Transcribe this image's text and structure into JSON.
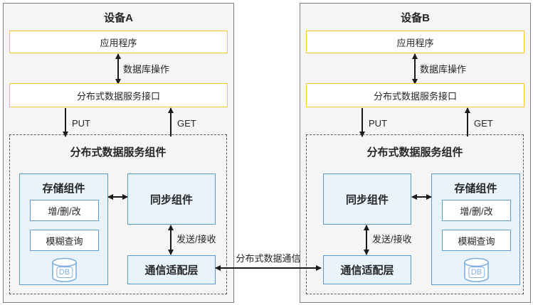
{
  "devices": [
    {
      "title": "设备A",
      "app": "应用程序",
      "db_op_label": "数据库操作",
      "iface": "分布式数据服务接口",
      "put": "PUT",
      "get": "GET",
      "component_title": "分布式数据服务组件",
      "storage_title": "存储组件",
      "crud": "增/删/改",
      "fuzzy": "模糊查询",
      "db": "DB",
      "sync": "同步组件",
      "send_recv": "发送/接收",
      "comm": "通信适配层"
    },
    {
      "title": "设备B",
      "app": "应用程序",
      "db_op_label": "数据库操作",
      "iface": "分布式数据服务接口",
      "put": "PUT",
      "get": "GET",
      "component_title": "分布式数据服务组件",
      "storage_title": "存储组件",
      "crud": "增/删/改",
      "fuzzy": "模糊查询",
      "db": "DB",
      "sync": "同步组件",
      "send_recv": "发送/接收",
      "comm": "通信适配层"
    }
  ],
  "link": {
    "label": "分布式数据通信"
  },
  "colors": {
    "device_bg": "#f5f5f5",
    "device_border": "#7f7f7f",
    "accent_yellow": "#ffc633",
    "accent_blue": "#5b9bd5",
    "blue_fill": "#e9f3fc",
    "db_blue": "#7fb0e0",
    "dash_gray": "#595959",
    "arrow_black": "#1a1a1a"
  }
}
